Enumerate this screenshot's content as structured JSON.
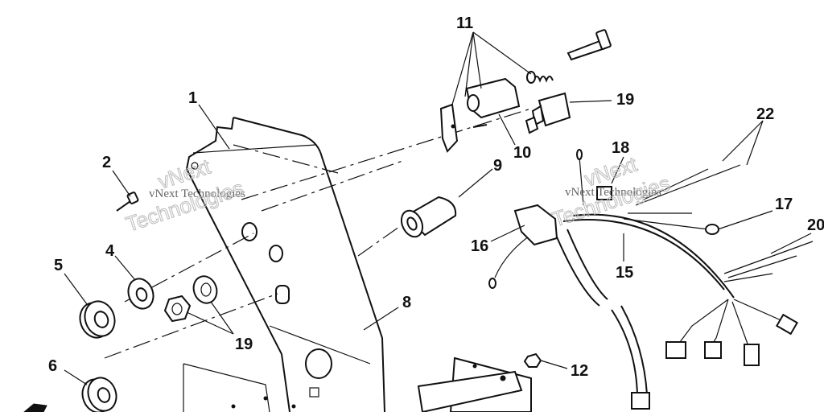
{
  "callouts": {
    "c1": "1",
    "c2": "2",
    "c4": "4",
    "c5": "5",
    "c6": "6",
    "c8": "8",
    "c9": "9",
    "c10": "10",
    "c11": "11",
    "c12": "12",
    "c15": "15",
    "c16": "16",
    "c17": "17",
    "c19a": "19",
    "c19b": "19",
    "c20": "20",
    "c22": "22"
  },
  "watermark": {
    "text": "vNext Technologies",
    "big_line1": "vNext",
    "big_line2": "Technologies"
  },
  "colors": {
    "ink": "#111111",
    "paper": "#ffffff",
    "watermark": "#bbbbbb"
  }
}
